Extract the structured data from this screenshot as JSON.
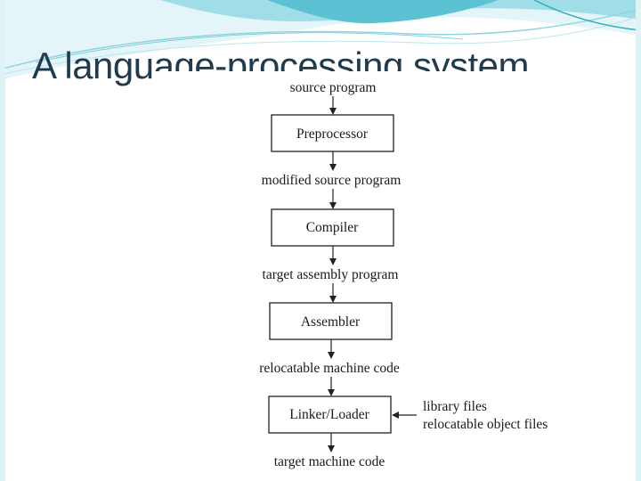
{
  "slide": {
    "title": "A language-processing system"
  },
  "diagram": {
    "input_label": "source program",
    "stages": [
      {
        "box": "Preprocessor",
        "output": "modified source program"
      },
      {
        "box": "Compiler",
        "output": "target assembly program"
      },
      {
        "box": "Assembler",
        "output": "relocatable machine code"
      },
      {
        "box": "Linker/Loader",
        "output": "target machine code"
      }
    ],
    "side_inputs": [
      "library files",
      "relocatable object files"
    ]
  },
  "colors": {
    "title": "#1f3b4d",
    "wave_light": "#cdeef3",
    "wave_mid": "#6fcad8",
    "wave_dark": "#2fa9bf",
    "ink": "#222222"
  }
}
